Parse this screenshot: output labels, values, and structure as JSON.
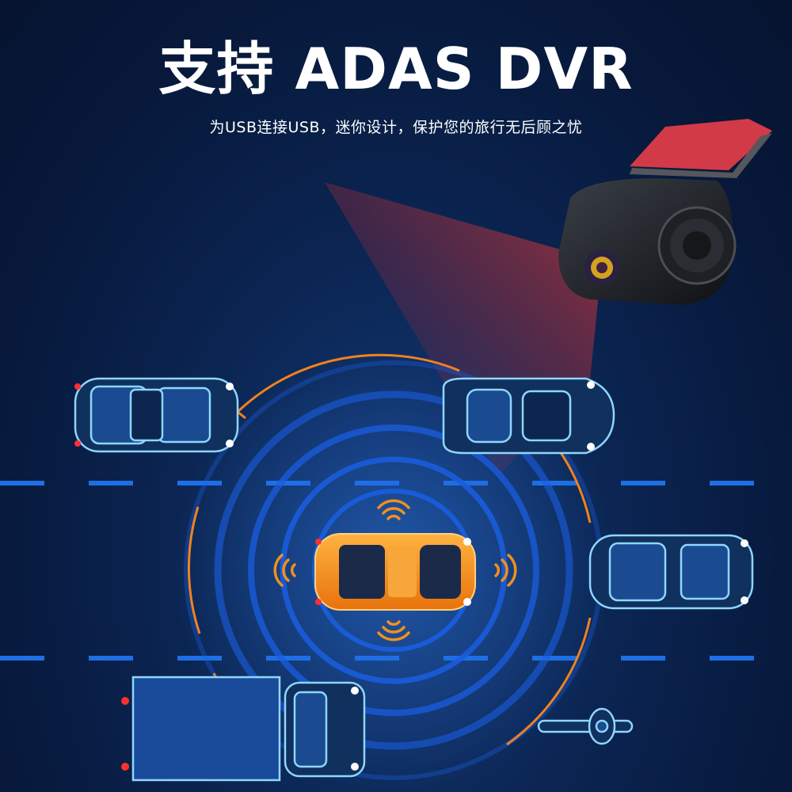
{
  "banner": {
    "title": "支持 ADAS DVR",
    "subtitle": "为USB连接USB，迷你设计，保护您的旅行无后顾之忧"
  },
  "colors": {
    "background": "#0a1f45",
    "lane_marking": "#1e6fe6",
    "radar_ring": "#1a5ee0",
    "guard_arc": "#f0821e",
    "own_car": "#f5961e",
    "other_vehicles": "#7fd0ff",
    "camera_beam": "#d23c3c"
  },
  "icons": [
    "dashcam-device",
    "ego-car",
    "sensor-wave-icon",
    "motorcycle-icon"
  ]
}
